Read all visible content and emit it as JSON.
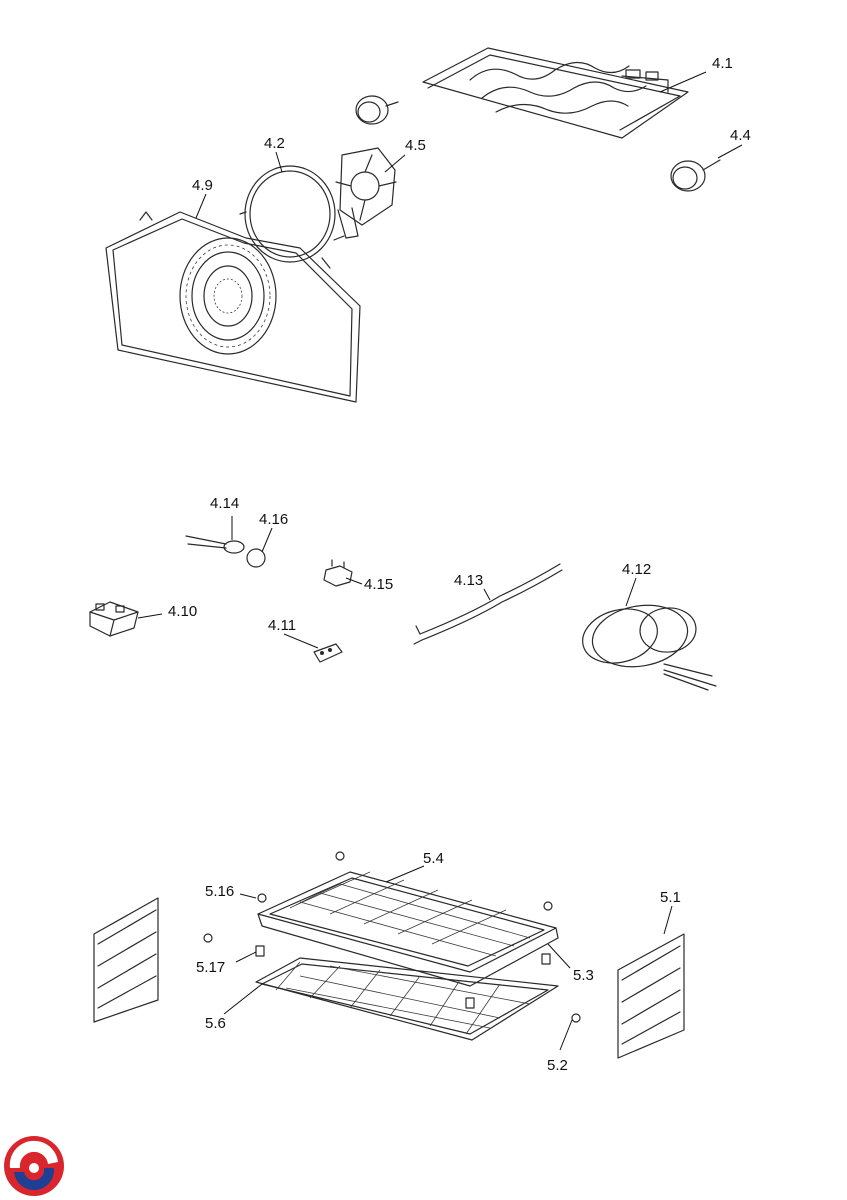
{
  "callouts": {
    "c4_1": "4.1",
    "c4_2": "4.2",
    "c4_4": "4.4",
    "c4_5": "4.5",
    "c4_9": "4.9",
    "c4_10": "4.10",
    "c4_11": "4.11",
    "c4_12": "4.12",
    "c4_13": "4.13",
    "c4_14": "4.14",
    "c4_15": "4.15",
    "c4_16": "4.16",
    "c5_1": "5.1",
    "c5_2": "5.2",
    "c5_3": "5.3",
    "c5_4": "5.4",
    "c5_6": "5.6",
    "c5_16": "5.16",
    "c5_17": "5.17"
  },
  "colors": {
    "line": "#2a2a2a",
    "logo_red": "#d9262c",
    "logo_blue": "#1f3f94"
  },
  "logo": {
    "icon": "brand-swirl-logo"
  }
}
